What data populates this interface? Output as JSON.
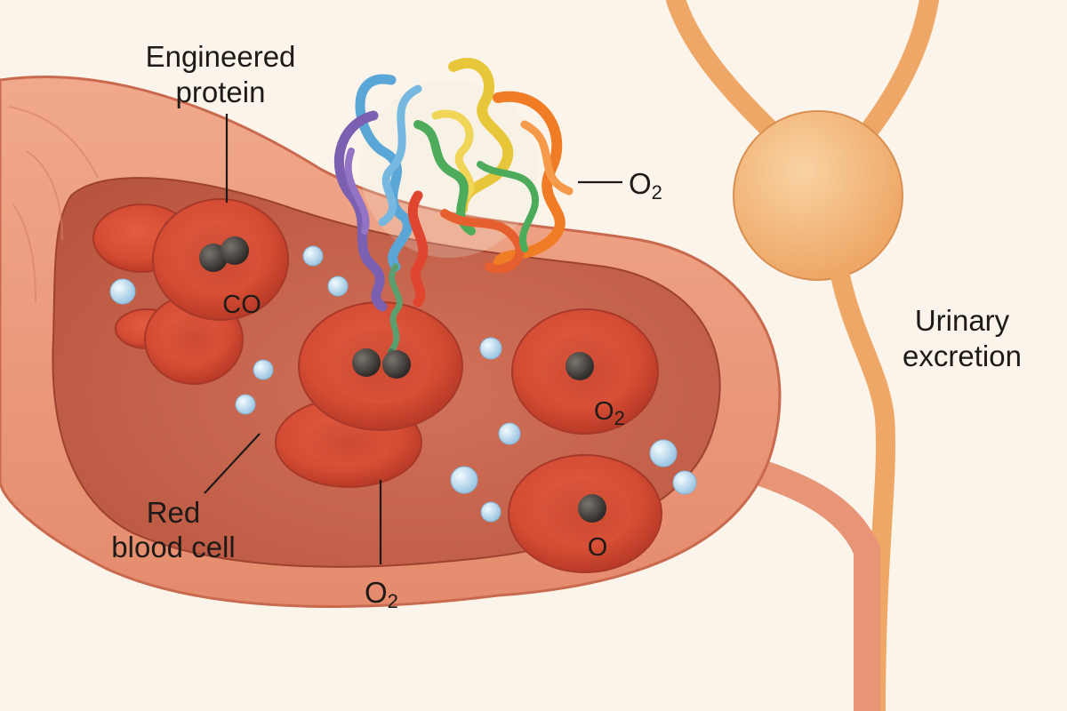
{
  "labels": {
    "engineered_protein_line1": "Engineered",
    "engineered_protein_line2": "protein",
    "o2_protein_main": "O",
    "o2_protein_sub": "2",
    "co": "CO",
    "o2_cell_main": "O",
    "o2_cell_sub": "2",
    "o_cell": "O",
    "red_blood_cell_line1": "Red",
    "red_blood_cell_line2": "blood cell",
    "o2_bottom_main": "O",
    "o2_bottom_sub": "2",
    "urinary_line1": "Urinary",
    "urinary_line2": "excretion"
  },
  "colors": {
    "background": "#fbf4ea",
    "vessel_outer": "#ec9a7e",
    "vessel_inner": "#c8604a",
    "blood_cell": "#d9553b",
    "bubble": "#bcd9ec",
    "kidney": "#f3b77a",
    "protein_palette": [
      "#5aa6d6",
      "#7b5fb0",
      "#e8c63a",
      "#f07d25",
      "#4dab5c",
      "#e0452f"
    ]
  }
}
